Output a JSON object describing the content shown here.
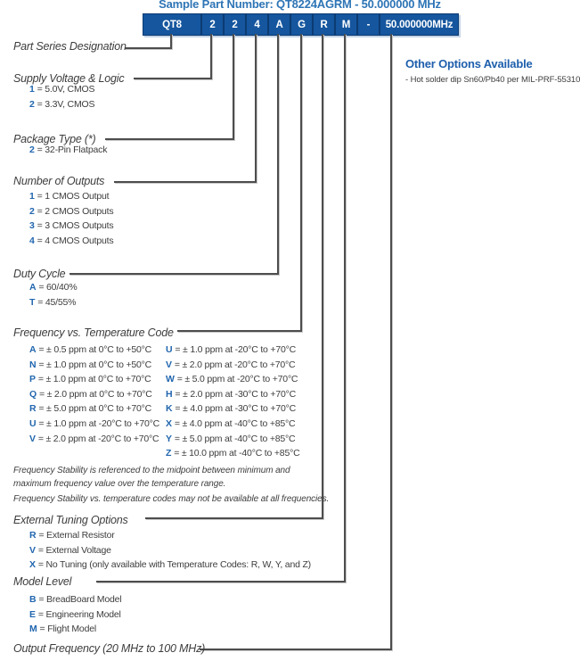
{
  "title": "Sample Part Number: QT8224AGRM - 50.000000 MHz",
  "part_number_boxes": [
    "QT8",
    "2",
    "2",
    "4",
    "A",
    "G",
    "R",
    "M",
    "-",
    "50.000000MHz"
  ],
  "other_options": {
    "heading": "Other Options Available",
    "item": "- Hot solder dip Sn60/Pb40 per MIL-PRF-55310"
  },
  "sections": {
    "part_series": {
      "header": "Part Series Designation"
    },
    "supply_voltage": {
      "header": "Supply Voltage & Logic",
      "items": [
        {
          "code": "1",
          "desc": "= 5.0V, CMOS"
        },
        {
          "code": "2",
          "desc": "= 3.3V, CMOS"
        }
      ]
    },
    "package_type": {
      "header": "Package Type (*)",
      "items": [
        {
          "code": "2",
          "desc": "= 32-Pin Flatpack"
        }
      ]
    },
    "outputs": {
      "header": "Number of Outputs",
      "items": [
        {
          "code": "1",
          "desc": "= 1 CMOS Output"
        },
        {
          "code": "2",
          "desc": "= 2 CMOS Outputs"
        },
        {
          "code": "3",
          "desc": "= 3 CMOS Outputs"
        },
        {
          "code": "4",
          "desc": "= 4 CMOS Outputs"
        }
      ]
    },
    "duty_cycle": {
      "header": "Duty Cycle",
      "items": [
        {
          "code": "A",
          "desc": "= 60/40%"
        },
        {
          "code": "T",
          "desc": "= 45/55%"
        }
      ]
    },
    "freq_temp": {
      "header": "Frequency vs. Temperature Code",
      "col_left": [
        {
          "code": "A",
          "desc": "= ± 0.5 ppm at 0°C to +50°C"
        },
        {
          "code": "N",
          "desc": "= ± 1.0 ppm at 0°C to +50°C"
        },
        {
          "code": "P",
          "desc": "= ± 1.0 ppm at 0°C to +70°C"
        },
        {
          "code": "Q",
          "desc": "= ± 2.0 ppm at 0°C to +70°C"
        },
        {
          "code": "R",
          "desc": "= ± 5.0 ppm at 0°C to +70°C"
        },
        {
          "code": "U",
          "desc": "= ± 1.0 ppm at -20°C to +70°C"
        },
        {
          "code": "V",
          "desc": "= ± 2.0 ppm at -20°C to +70°C"
        }
      ],
      "col_right": [
        {
          "code": "U",
          "desc": "= ± 1.0 ppm at -20°C to +70°C"
        },
        {
          "code": "V",
          "desc": "= ± 2.0 ppm at -20°C to +70°C"
        },
        {
          "code": "W",
          "desc": "= ± 5.0 ppm at -20°C to +70°C"
        },
        {
          "code": "H",
          "desc": "= ± 2.0 ppm at -30°C to +70°C"
        },
        {
          "code": "K",
          "desc": "= ± 4.0 ppm at -30°C to +70°C"
        },
        {
          "code": "X",
          "desc": "= ± 4.0 ppm at -40°C to +85°C"
        },
        {
          "code": "Y",
          "desc": "= ± 5.0 ppm at -40°C to +85°C"
        },
        {
          "code": "Z",
          "desc": "= ± 10.0 ppm at -40°C to +85°C"
        }
      ],
      "notes": [
        "Frequency Stability is referenced to the midpoint between minimum and maximum frequency value over the temperature range.",
        "Frequency Stability vs. temperature codes may not be available at all frequencies."
      ]
    },
    "tuning": {
      "header": "External Tuning Options",
      "items": [
        {
          "code": "R",
          "desc": "= External Resistor"
        },
        {
          "code": "V",
          "desc": "= External Voltage"
        },
        {
          "code": "X",
          "desc": "= No Tuning (only available with Temperature Codes: R, W, Y, and Z)"
        }
      ]
    },
    "model_level": {
      "header": "Model Level",
      "items": [
        {
          "code": "B",
          "desc": "= BreadBoard Model"
        },
        {
          "code": "E",
          "desc": "= Engineering Model"
        },
        {
          "code": "M",
          "desc": "= Flight Model"
        }
      ]
    },
    "output_freq": {
      "header": "Output Frequency (20 MHz to 100 MHz)"
    }
  },
  "colors": {
    "box_blue": "#15569E",
    "box_divider": "#0C3B72",
    "accent_blue": "#2166AF",
    "title_blue": "#2E75B6",
    "text_dark": "#3D3D3D",
    "line_gray": "#4D4D4D"
  }
}
